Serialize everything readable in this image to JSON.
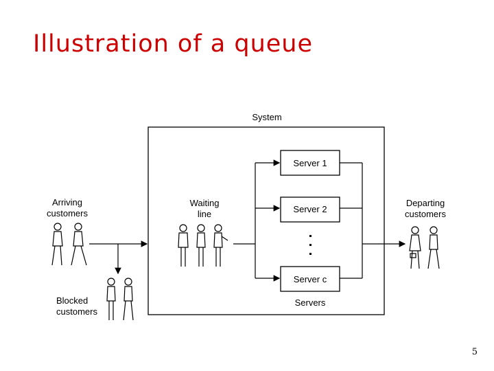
{
  "slide": {
    "title": "Illustration of a queue",
    "page_number": "5"
  },
  "diagram": {
    "system_label": "System",
    "servers": [
      "Server 1",
      "Server 2",
      "Server c"
    ],
    "servers_label": "Servers",
    "arriving_label_line1": "Arriving",
    "arriving_label_line2": "customers",
    "waiting_label_line1": "Waiting",
    "waiting_label_line2": "line",
    "departing_label_line1": "Departing",
    "departing_label_line2": "customers",
    "blocked_label_line1": "Blocked",
    "blocked_label_line2": "customers"
  }
}
